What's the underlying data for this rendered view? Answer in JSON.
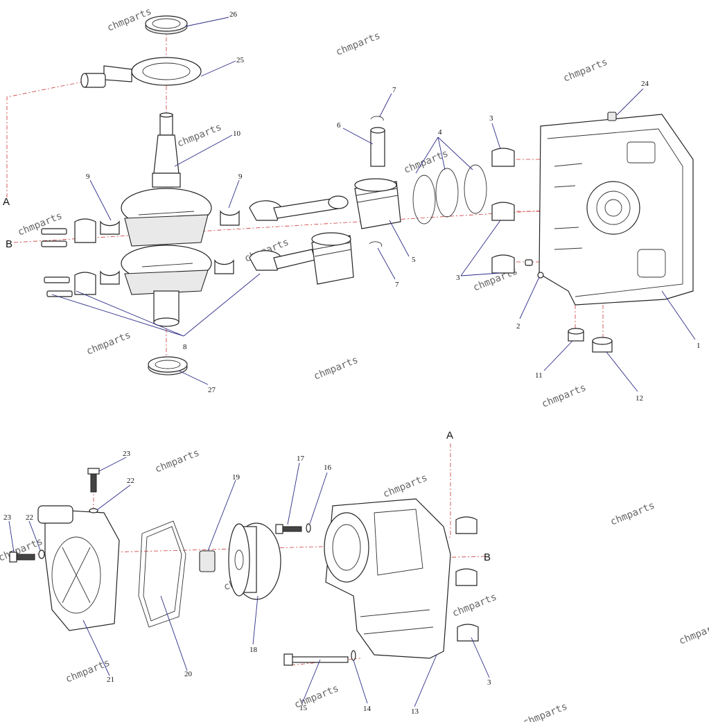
{
  "diagram": {
    "callouts": {
      "c1": "1",
      "c2": "2",
      "c3a": "3",
      "c3b": "3",
      "c3c": "3",
      "c4": "4",
      "c5": "5",
      "c6": "6",
      "c7a": "7",
      "c7b": "7",
      "c8": "8",
      "c9a": "9",
      "c9b": "9",
      "c10": "10",
      "c11": "11",
      "c12": "12",
      "c13": "13",
      "c14": "14",
      "c15": "15",
      "c16": "16",
      "c17": "17",
      "c18": "18",
      "c19": "19",
      "c20": "20",
      "c21": "21",
      "c22a": "22",
      "c22b": "22",
      "c23a": "23",
      "c23b": "23",
      "c24": "24",
      "c25": "25",
      "c26": "26",
      "c27": "27"
    },
    "refs": {
      "a1": "A",
      "a2": "A",
      "b1": "B",
      "b2": "B"
    },
    "watermark": "chmparts",
    "line_colors": {
      "leader": "#2c2c88",
      "centerline": "#cc3333"
    }
  }
}
